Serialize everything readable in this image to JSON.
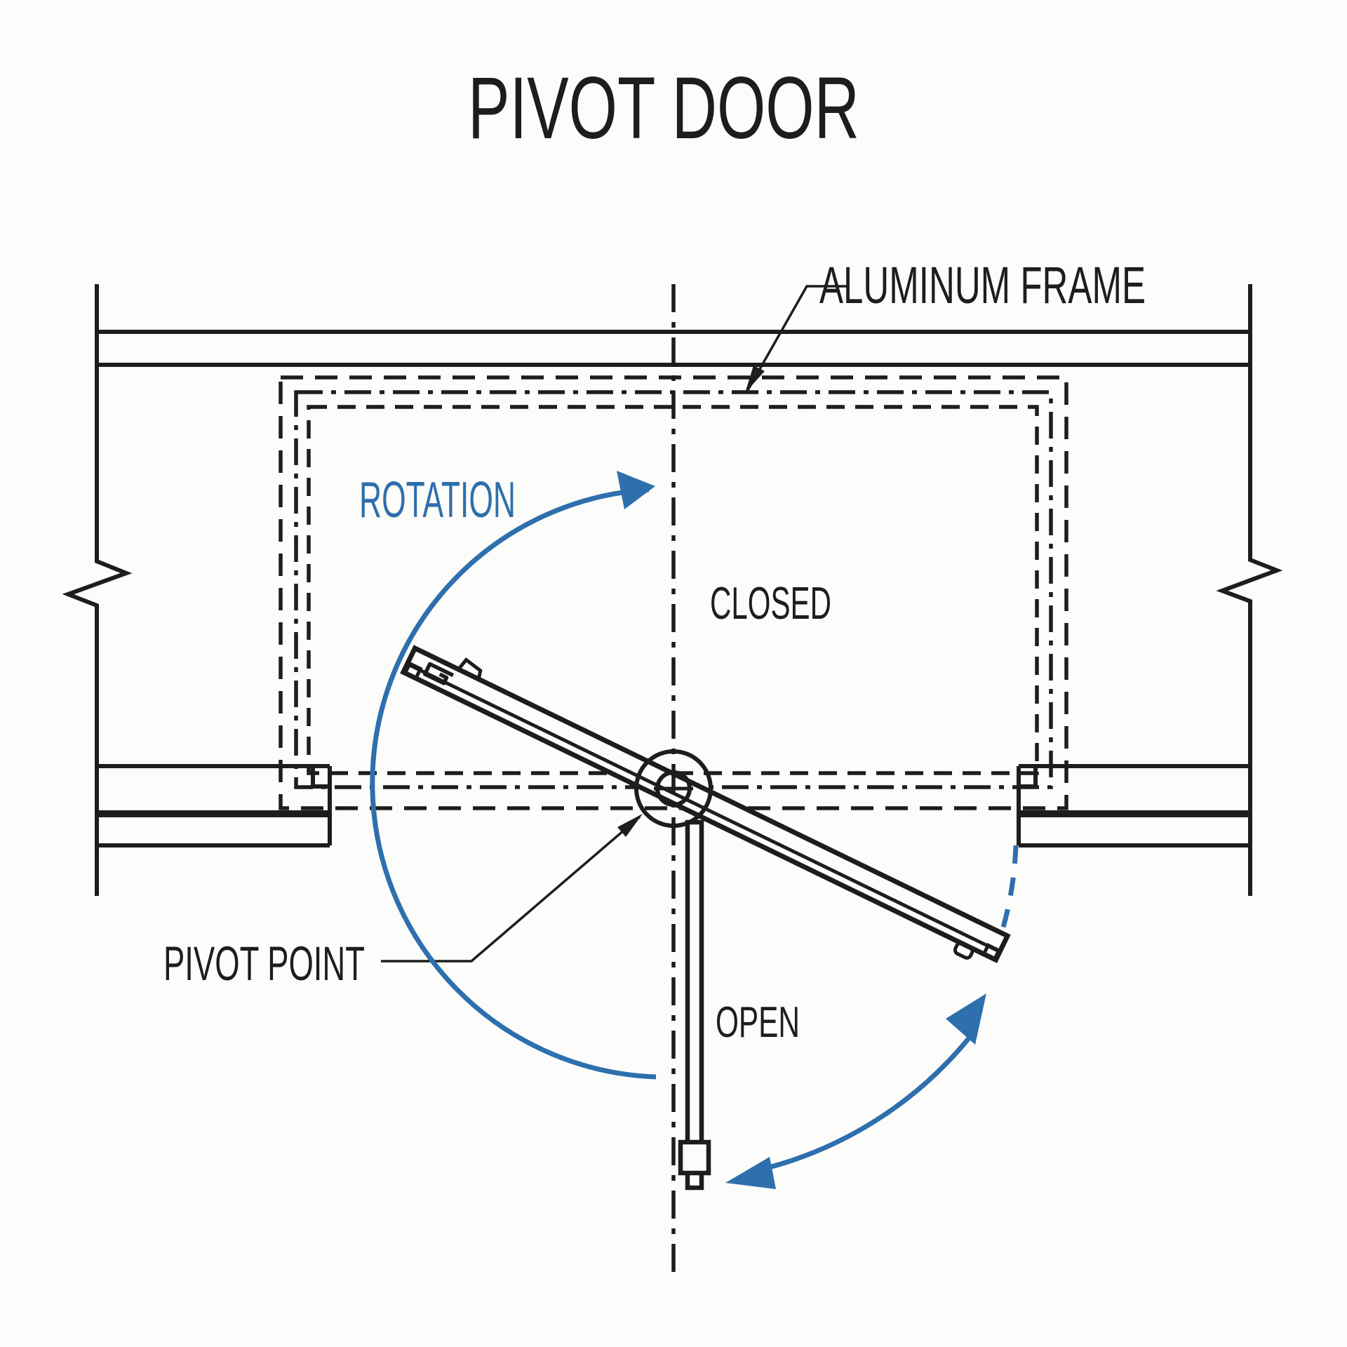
{
  "drawing": {
    "title": "PIVOT DOOR",
    "labels": {
      "aluminum_frame": "ALUMINUM FRAME",
      "rotation": "ROTATION",
      "closed": "CLOSED",
      "pivot_point": "PIVOT POINT",
      "open": "OPEN"
    },
    "colors": {
      "line": "#1d1d1b",
      "accent_blue": "#2e6fad",
      "background": "#fcfcfa"
    }
  }
}
